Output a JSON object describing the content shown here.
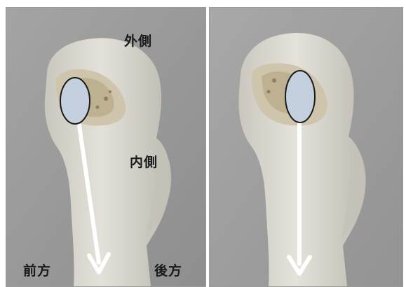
{
  "labels": {
    "lateral": "外側",
    "medial": "内側",
    "anterior": "前方",
    "posterior": "後方"
  },
  "colors": {
    "background": "#9c9c9c",
    "bone": "#d8d6ce",
    "bone_shadow": "#b9b7ae",
    "cavity": "#c9bfa6",
    "ellipse_fill": "#c5d0de",
    "arrow": "#ffffff"
  },
  "icons": {
    "left_marker": "tunnel-ellipse-icon",
    "right_marker": "tunnel-ellipse-icon",
    "left_arrow": "arrow-down-icon",
    "right_arrow": "arrow-down-icon"
  }
}
